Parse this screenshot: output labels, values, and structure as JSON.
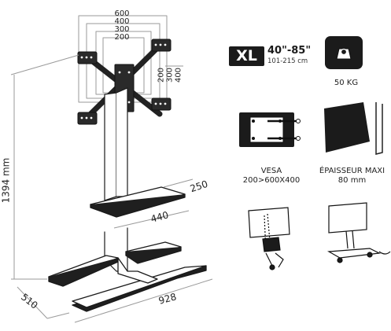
{
  "dimensions": {
    "vesa_widths": [
      "600",
      "400",
      "300",
      "200"
    ],
    "vesa_heights": [
      "200",
      "300",
      "400"
    ],
    "height": "1394 mm",
    "shelf_depth": "250",
    "shelf_width": "440",
    "base_depth": "510",
    "base_width": "928"
  },
  "specs": {
    "xl_badge": "XL",
    "screen_size": "40\"-85\"",
    "screen_size_cm": "101-215 cm",
    "max_load": "50 KG",
    "vesa_title": "VESA",
    "vesa_value": "200>600X400",
    "thickness_title": "ÉPAISSEUR MAXI",
    "thickness_value": "80  mm"
  },
  "icons": [
    "weight-icon",
    "vesa-plate-icon",
    "screen-thickness-icon",
    "cable-management-icon",
    "wheeled-stand-icon"
  ]
}
